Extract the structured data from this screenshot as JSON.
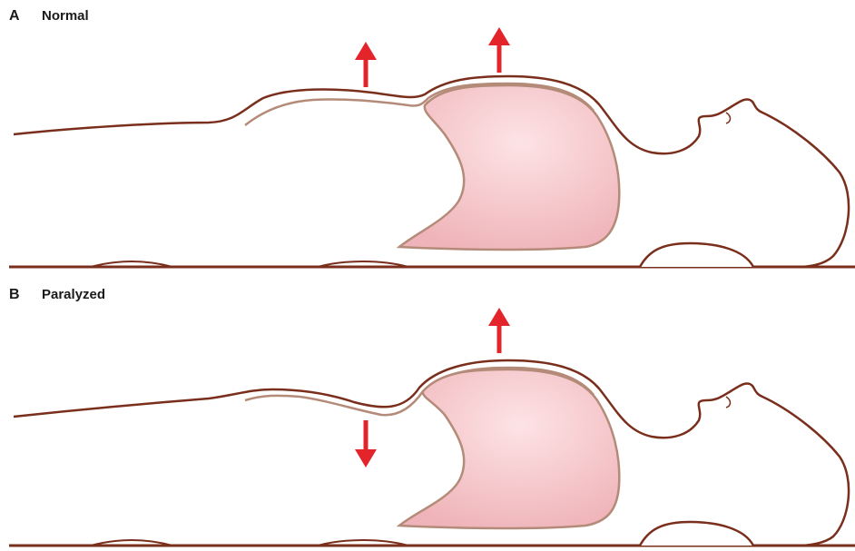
{
  "panels": [
    {
      "letter": "A",
      "title": "Normal"
    },
    {
      "letter": "B",
      "title": "Paralyzed"
    }
  ],
  "colors": {
    "outline": "#7a2e1c",
    "diaphragm_fill": "#f4c4c8",
    "diaphragm_stroke": "#b48a78",
    "arrow": "#e3252b"
  },
  "arrows": {
    "normal": {
      "abdomen": "up",
      "chest": "up"
    },
    "paralyzed": {
      "abdomen": "down",
      "chest": "up"
    }
  }
}
